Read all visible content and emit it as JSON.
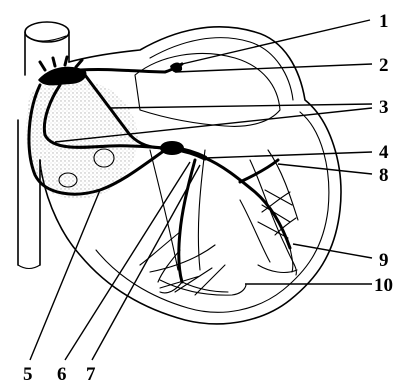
{
  "figure": {
    "labels": [
      {
        "id": "1",
        "text": "1"
      },
      {
        "id": "2",
        "text": "2"
      },
      {
        "id": "3",
        "text": "3"
      },
      {
        "id": "4",
        "text": "4"
      },
      {
        "id": "8",
        "text": "8"
      },
      {
        "id": "9",
        "text": "9"
      },
      {
        "id": "10",
        "text": "10"
      },
      {
        "id": "5",
        "text": "5"
      },
      {
        "id": "6",
        "text": "6"
      },
      {
        "id": "7",
        "text": "7"
      }
    ]
  }
}
